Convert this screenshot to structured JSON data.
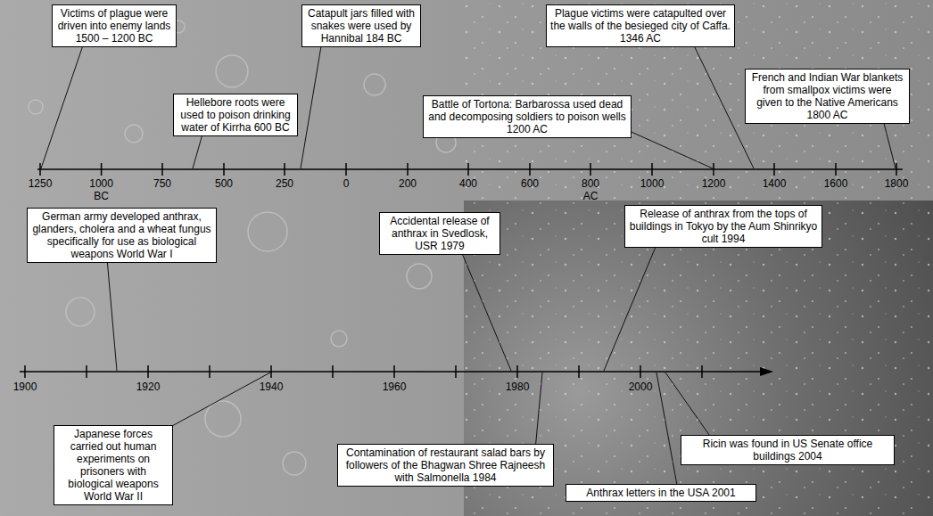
{
  "diagram": {
    "nodes": [
      {
        "text": [
          "Victims of plague were driven into enemy lands 1500 – 1200 BC"
        ]
      },
      {
        "text": [
          "Hellebore roots were used to poison drinking water of Kirrha 600 BC"
        ]
      },
      {
        "text": [
          "Catapult jars filled with snakes were used by Hannibal 184 BC"
        ]
      },
      {
        "text": [
          "Battle of Tortona: Barbarossa used dead and decomposing soldiers to poison wells 1200 AC"
        ]
      },
      {
        "text": [
          "Plague victims were catapulted over the walls of the besieged city of Caffa. 1346 AC"
        ]
      },
      {
        "text": [
          "French and Indian War blankets from smallpox victims were given to the Native Americans 1800 AC"
        ]
      },
      {
        "text": [
          "German army developed anthrax, glanders, cholera and a wheat fungus specifically for use as biological weapons World War I"
        ]
      },
      {
        "text": [
          "Japanese forces carried out human experiments on prisoners with biological weapons World War II"
        ]
      },
      {
        "text": [
          "Accidental release of anthrax in Svedlosk, USR 1979"
        ]
      },
      {
        "text": [
          "Contamination of restaurant salad bars by followers of the Bhagwan Shree Rajneesh with Salmonella 1984"
        ]
      },
      {
        "text": [
          "Release of anthrax from the tops of buildings in Tokyo by the Aum Shinrikyo cult 1994"
        ]
      },
      {
        "text": [
          "Anthrax letters in the USA 2001"
        ]
      },
      {
        "text": [
          "Ricin was found in US Senate office buildings 2004"
        ]
      }
    ],
    "labels": [
      "1250",
      "1000",
      "750",
      "500",
      "250",
      "0",
      "200",
      "400",
      "600",
      "800",
      "1000",
      "1200",
      "1400",
      "1600",
      "1800",
      "BC",
      "AC",
      "1900",
      "1920",
      "1940",
      "1960",
      "1980",
      "2000"
    ]
  }
}
